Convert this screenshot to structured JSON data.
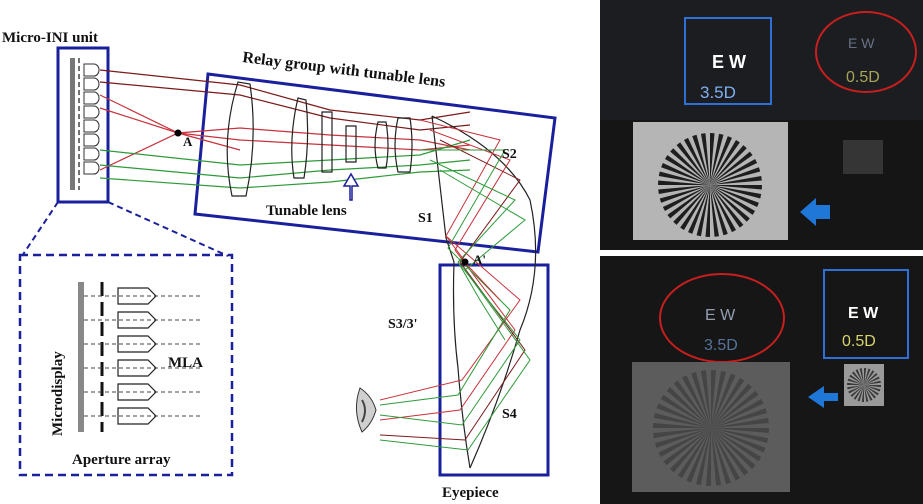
{
  "labels": {
    "micro_ini_unit": "Micro-INI unit",
    "relay_group": "Relay group with tunable lens",
    "tunable_lens": "Tunable lens",
    "point_a": "A",
    "point_a_prime": "A'",
    "s1": "S1",
    "s2": "S2",
    "s3": "S3/3'",
    "s4": "S4",
    "microdisplay": "Microdisplay",
    "mla": "MLA",
    "aperture_array": "Aperture array",
    "eyepiece": "Eyepiece"
  },
  "photos": {
    "top": {
      "left_focus_label": "3.5D",
      "right_focus_label": "0.5D",
      "eye_chart_text": "E W"
    },
    "bottom": {
      "left_focus_label": "3.5D",
      "right_focus_label": "0.5D",
      "eye_chart_text": "E W"
    }
  },
  "colors": {
    "box_blue": "#1a1f9c",
    "ray_red": "#c8323c",
    "ray_green": "#2e9a3a",
    "ray_dark_red": "#7a1a1a",
    "photo_blue_box": "#2f6fd8",
    "highlight_ellipse": "#c81e1e",
    "arrow_blue": "#1f78d8",
    "label_yellow": "#d7d26a",
    "label_blue": "#7fb0f0"
  }
}
